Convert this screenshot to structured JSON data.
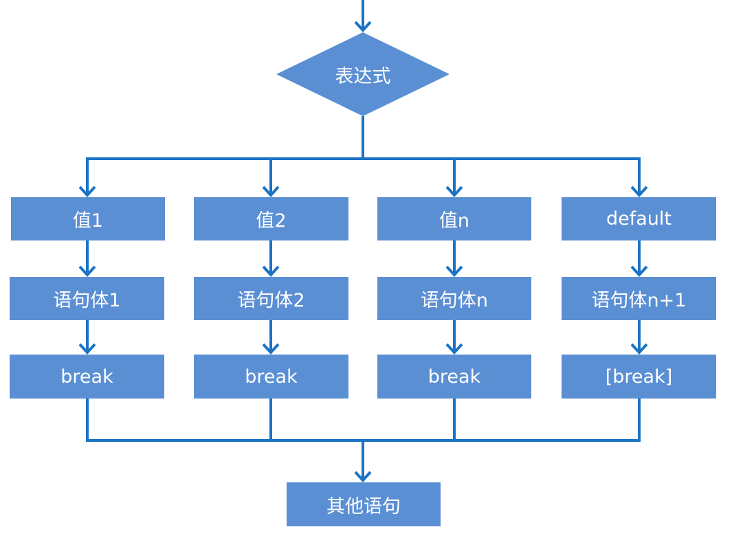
{
  "colors": {
    "node_fill": "#5b8fd4",
    "connector": "#1a73c4",
    "text": "#ffffff"
  },
  "decision": {
    "label": "表达式"
  },
  "columns": [
    {
      "value": "值1",
      "statement": "语句体1",
      "break": "break"
    },
    {
      "value": "值2",
      "statement": "语句体2",
      "break": "break"
    },
    {
      "value": "值n",
      "statement": "语句体n",
      "break": "break"
    },
    {
      "value": "default",
      "statement": "语句体n+1",
      "break": "[break]"
    }
  ],
  "final": {
    "label": "其他语句"
  }
}
